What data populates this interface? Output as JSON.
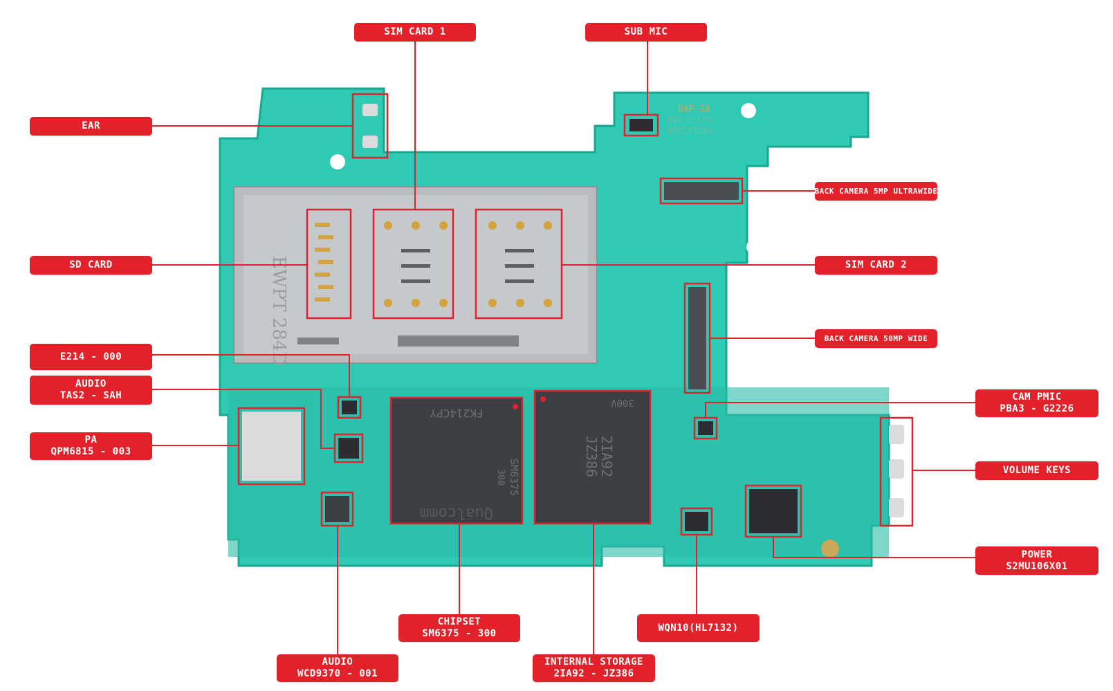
{
  "colors": {
    "label_bg": "#e3212a",
    "label_text": "#ffffff",
    "board_green": "#2fc9b4",
    "board_dark": "#1aa78f",
    "shield_metal": "#b9bcbf",
    "chip": "#3c3f44"
  },
  "labels": {
    "sim_card_1": "SIM CARD 1",
    "sub_mic": "SUB MIC",
    "ear": "EAR",
    "back_camera_ultrawide": "BACK CAMERA 5MP ULTRAWIDE",
    "sd_card": "SD CARD",
    "sim_card_2": "SIM CARD 2",
    "back_camera_wide": "BACK CAMERA 50MP WIDE",
    "e214": "E214 - 000",
    "audio_tas2": {
      "line1": "AUDIO",
      "line2": "TAS2 - SAH"
    },
    "cam_pmic": {
      "line1": "CAM PMIC",
      "line2": "PBA3 - G2226"
    },
    "pa": {
      "line1": "PA",
      "line2": "QPM6815 - 003"
    },
    "volume_keys": "VOLUME KEYS",
    "power": {
      "line1": "POWER",
      "line2": "S2MU106X01"
    },
    "chipset": {
      "line1": "CHIPSET",
      "line2": "SM6375 - 300"
    },
    "wqn10": "WQN10(HL7132)",
    "audio_wcd": {
      "line1": "AUDIO",
      "line2": "WCD9370 - 001"
    },
    "internal_storage": {
      "line1": "INTERNAL STORAGE",
      "line2": "2IA92 - JZ386"
    }
  },
  "board_marks": {
    "tray_mark": "EWPT 284D",
    "chipset_top": "FK214CPY",
    "chipset_model": "SM6375",
    "chipset_sub": "300",
    "chipset_brand": "Qualcomm",
    "storage_top": "300V",
    "storage_model": "2IA92",
    "storage_sub": "JZ386",
    "pcb_code": "DAP-3A",
    "pcb_rev": "04V-0 LP1",
    "pcb_num": "DAP207231"
  }
}
